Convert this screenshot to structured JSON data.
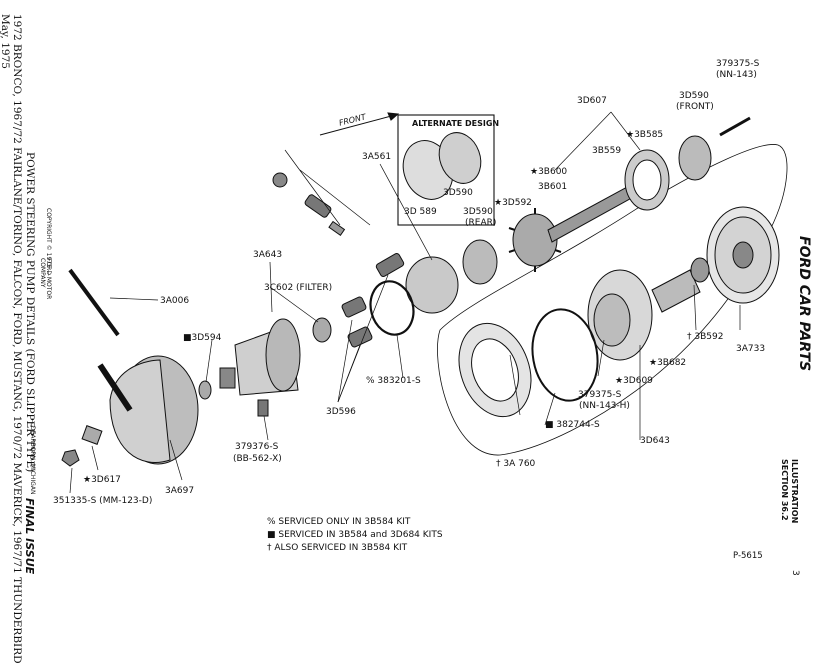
{
  "left_margin": {
    "title_line": "1972 BRONCO, 1967/72 FAIRLANE/TORINO, FALCON, FORD, MUSTANG, 1970/72 MAVERICK, 1967/71 THUNDERBIRD",
    "date": "May, 1975",
    "subtitle": "POWER STEERING PUMP DETAILS (FORD SLIPPER TYPE)",
    "copyright": "COPYRIGHT © 1975 —",
    "company_line1": "FORD MOTOR",
    "company_line2": "COMPANY",
    "location": "— DEARBORN, MICHIGAN",
    "issue": "FINAL ISSUE"
  },
  "right_margin": {
    "brand": "FORD CAR PARTS",
    "illustration": "ILLUSTRATION",
    "section": "SECTION 36.2",
    "plate_number": "P-5615",
    "page": "3"
  },
  "diagram": {
    "front_arrow": "FRONT",
    "alternate_design_title": "ALTERNATE DESIGN",
    "parts": [
      {
        "id": "p-379375-s-top",
        "text": "379375-S"
      },
      {
        "id": "p-nn-143",
        "text": "(NN-143)"
      },
      {
        "id": "p-3d607",
        "text": "3D607"
      },
      {
        "id": "p-3d590-front-a",
        "text": "3D590"
      },
      {
        "id": "p-3d590-front-b",
        "text": "(FRONT)"
      },
      {
        "id": "p-3b585",
        "text": "★3B585"
      },
      {
        "id": "p-3b559",
        "text": "3B559"
      },
      {
        "id": "p-3b600",
        "text": "★3B600"
      },
      {
        "id": "p-3b601",
        "text": "3B601"
      },
      {
        "id": "p-3d592",
        "text": "★3D592"
      },
      {
        "id": "p-3d590-rear-a",
        "text": "3D590"
      },
      {
        "id": "p-3d590-rear-b",
        "text": "(REAR)"
      },
      {
        "id": "p-3a561",
        "text": "3A561"
      },
      {
        "id": "p-3d589-alt",
        "text": "3D 589"
      },
      {
        "id": "p-3d590-alt",
        "text": "3D590"
      },
      {
        "id": "p-3a643",
        "text": "3A643"
      },
      {
        "id": "p-3c602",
        "text": "3C602 (FILTER)"
      },
      {
        "id": "p-3a006",
        "text": "3A006"
      },
      {
        "id": "p-3d594",
        "text": "■3D594"
      },
      {
        "id": "p-3d596",
        "text": "3D596"
      },
      {
        "id": "p-383201",
        "text": "% 383201-S"
      },
      {
        "id": "p-379376-a",
        "text": "379376-S"
      },
      {
        "id": "p-379376-b",
        "text": "(BB-562-X)"
      },
      {
        "id": "p-3d617",
        "text": "★3D617"
      },
      {
        "id": "p-3a697",
        "text": "3A697"
      },
      {
        "id": "p-351335",
        "text": "351335-S (MM-123-D)"
      },
      {
        "id": "p-3b592",
        "text": "† 3B592"
      },
      {
        "id": "p-3a733",
        "text": "3A733"
      },
      {
        "id": "p-3b682",
        "text": "★3B682"
      },
      {
        "id": "p-3d609",
        "text": "★3D609"
      },
      {
        "id": "p-379375-s-low-a",
        "text": "379375-S"
      },
      {
        "id": "p-379375-s-low-b",
        "text": "(NN-143-H)"
      },
      {
        "id": "p-382744",
        "text": "■ 382744-S"
      },
      {
        "id": "p-3d643",
        "text": "3D643"
      },
      {
        "id": "p-3a760",
        "text": "† 3A 760"
      }
    ]
  },
  "legend": [
    "% SERVICED ONLY IN 3B584 KIT",
    "■ SERVICED IN 3B584 and 3D684 KITS",
    "† ALSO SERVICED IN 3B584 KIT"
  ]
}
